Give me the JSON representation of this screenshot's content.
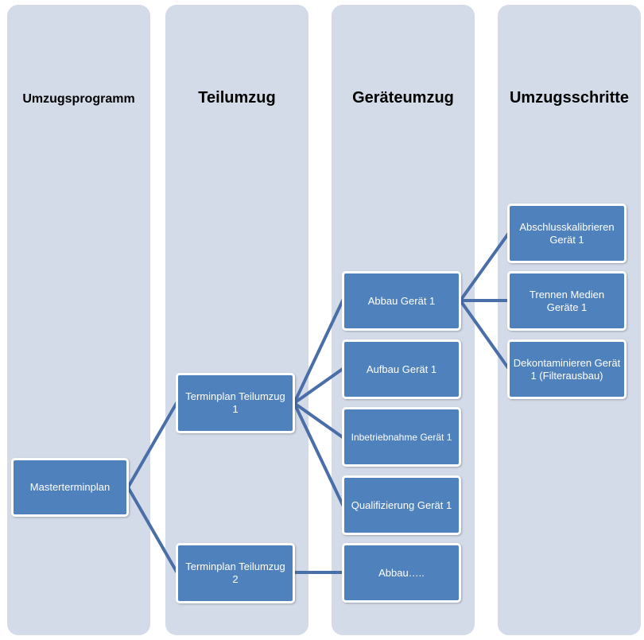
{
  "columns": [
    {
      "title": "Umzugsprogramm"
    },
    {
      "title": "Teilumzug"
    },
    {
      "title": "Geräteumzug"
    },
    {
      "title": "Umzugsschritte"
    }
  ],
  "nodes": {
    "masterterminplan": "Masterterminplan",
    "teilumzug_1": "Terminplan Teilumzug 1",
    "teilumzug_2": "Terminplan Teilumzug 2",
    "abbau_geraet_1": "Abbau Gerät 1",
    "aufbau_geraet_1": "Aufbau Gerät 1",
    "inbetriebnahme_geraet_1": "Inbetriebnahme Gerät 1",
    "qualifizierung_geraet_1": "Qualifizierung Gerät 1",
    "abbau_more": "Abbau…..",
    "abschlusskalibrieren": "Abschlusskalibrieren Gerät 1",
    "trennen_medien": "Trennen Medien Geräte 1",
    "dekontaminieren": "Dekontaminieren Gerät 1 (Filterausbau)"
  },
  "colors": {
    "lane": "#d3dae8",
    "box": "#4f81bd",
    "connector": "#4a6ea8"
  }
}
